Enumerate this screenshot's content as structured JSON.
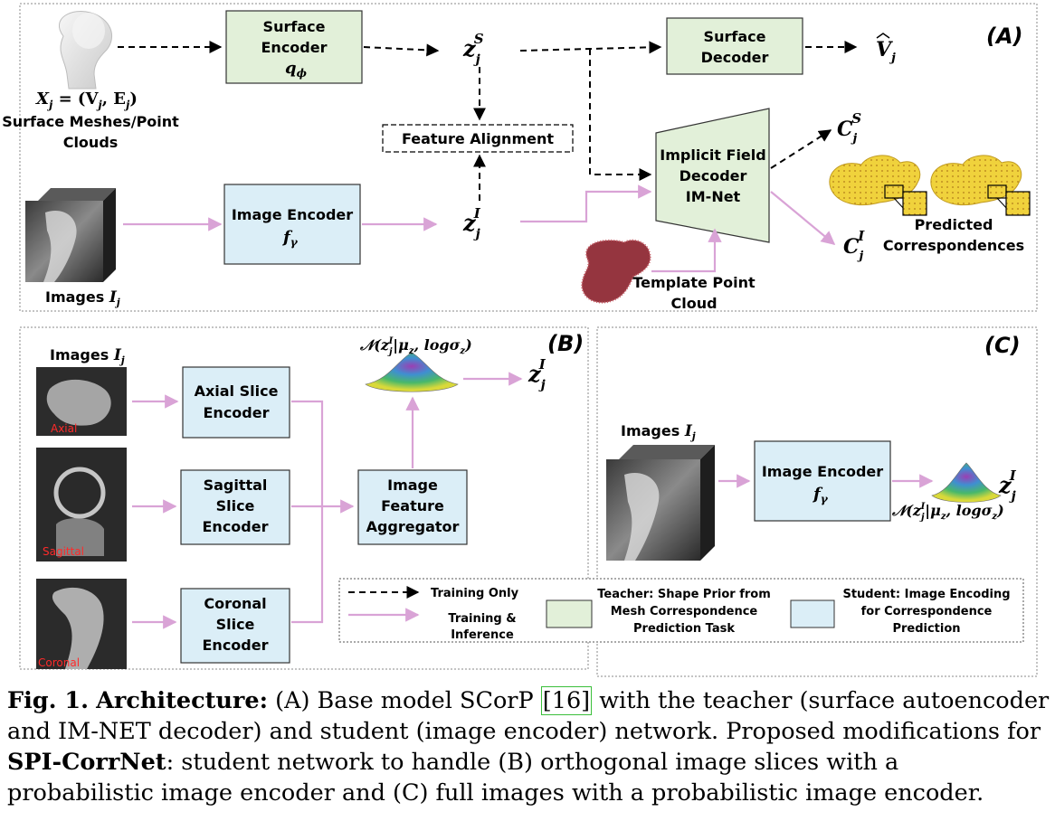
{
  "panels": {
    "a": "(A)",
    "b": "(B)",
    "c": "(C)"
  },
  "panel_a": {
    "surface_encoder": [
      "Surface",
      "Encoder"
    ],
    "surface_encoder_sym": "q",
    "surface_encoder_sub": "ϕ",
    "surface_decoder": [
      "Surface",
      "Decoder"
    ],
    "decoder_output": "V",
    "decoder_output_sub": "j",
    "z_sym": "z",
    "z_sub": "j",
    "sup_s": "S",
    "sup_i": "I",
    "input_formula": "X",
    "input_formula_sub": "j",
    "input_formula_rhs": " = (V",
    "input_formula_rhs2": ", E",
    "input_formula_end": ")",
    "surface_input_label": [
      "Surface Meshes/Point",
      "Clouds"
    ],
    "feature_alignment": "Feature Alignment",
    "image_encoder": "Image Encoder",
    "image_encoder_sym": "f",
    "image_encoder_sub": "γ",
    "images_label": "Images ",
    "images_sym": "I",
    "images_sub": "j",
    "implicit_decoder": [
      "Implicit Field",
      "Decoder",
      "IM-Net"
    ],
    "c_sym": "C",
    "template_label": [
      "Template Point",
      "Cloud"
    ],
    "predicted_label": [
      "Predicted",
      "Correspondences"
    ]
  },
  "panel_b": {
    "images_label": "Images ",
    "axial_encoder": [
      "Axial Slice",
      "Encoder"
    ],
    "sagittal_encoder": [
      "Sagittal",
      "Slice",
      "Encoder"
    ],
    "coronal_encoder": [
      "Coronal",
      "Slice",
      "Encoder"
    ],
    "aggregator": [
      "Image",
      "Feature",
      "Aggregator"
    ],
    "slice_tags": [
      "Axial",
      "Sagittal",
      "Coronal"
    ],
    "dist_label": "𝒩(z",
    "dist_label_tail": "|μ",
    "dist_label_tail2": ", logσ",
    "dist_label_end": ")"
  },
  "panel_c": {
    "images_label": "Images ",
    "image_encoder": "Image Encoder"
  },
  "legend": {
    "training_only": "Training Only",
    "training_inference": [
      "Training &",
      "Inference"
    ],
    "teacher": [
      "Teacher: Shape Prior from",
      "Mesh Correspondence",
      "Prediction Task"
    ],
    "student": [
      "Student: Image Encoding",
      "for Correspondence",
      "Prediction"
    ]
  },
  "colors": {
    "teacher_fill": "#e2f0d9",
    "student_fill": "#dbeef7",
    "solid_arrow": "#d9a3d6",
    "dashed_arrow": "#000000",
    "slice_tag": "#ff2a2a"
  },
  "caption": {
    "fig": "Fig. 1.",
    "bold_title": "Architecture:",
    "text1": " (A) Base model SCorP ",
    "cite": "[16]",
    "text2": " with the teacher (surface autoencoder and IM-NET decoder) and student (image encoder) network. Proposed modifications for ",
    "bold_name": "SPI-CorrNet",
    "text3": ": student network to handle (B) orthogonal image slices with a probabilistic image encoder and (C) full images with a probabilistic image encoder."
  }
}
